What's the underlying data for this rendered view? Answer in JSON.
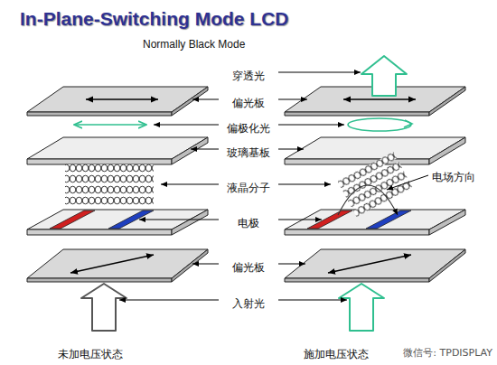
{
  "diagram": {
    "title": "In-Plane-Switching Mode LCD",
    "labels": [
      "Normally Black Mode",
      "穿透光",
      "偏光板",
      "偏极化光",
      "玻璃基板",
      "液晶分子",
      "电极",
      "偏光板",
      "入射光",
      "电场方向",
      "未加电压状态",
      "施加电压状态",
      "微信号: TPDISPLAY"
    ]
  }
}
